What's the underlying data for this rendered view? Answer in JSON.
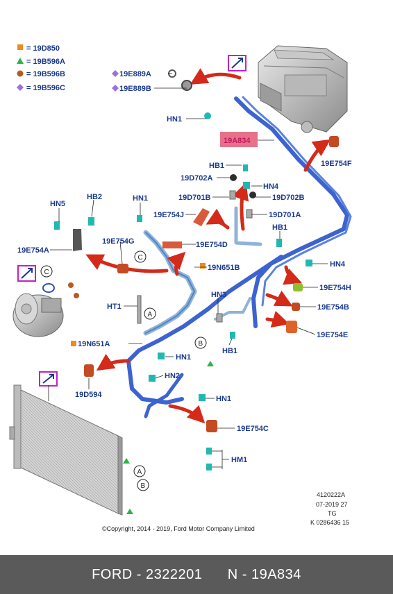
{
  "legend": [
    {
      "shape": "square",
      "color": "#f08a1c",
      "code": "= 19D850"
    },
    {
      "shape": "triangle",
      "color": "#2db34a",
      "code": "= 19B596A"
    },
    {
      "shape": "circle",
      "color": "#b85a1e",
      "code": "= 19B596B"
    },
    {
      "shape": "diamond",
      "color": "#a070d8",
      "code": "= 19B596C"
    }
  ],
  "callouts": {
    "c19E889A": "19E889A",
    "c19E889B": "19E889B",
    "cHN1a": "HN1",
    "c19A834": "19A834",
    "cHB1a": "HB1",
    "c19D702A": "19D702A",
    "cHN4a": "HN4",
    "c19D701B": "19D701B",
    "c19D702B": "19D702B",
    "c19E754F": "19E754F",
    "cHN5": "HN5",
    "cHB2": "HB2",
    "cHN1b": "HN1",
    "c19E754J": "19E754J",
    "c19D701A": "19D701A",
    "cHB1b": "HB1",
    "c19E754G": "19E754G",
    "c19E754D": "19E754D",
    "c19E754A": "19E754A",
    "cHN4b": "HN4",
    "c19N651B": "19N651B",
    "c19E754H": "19E754H",
    "cHT1": "HT1",
    "cHN3": "HN3",
    "c19E754B": "19E754B",
    "c19E754E": "19E754E",
    "c19N651A": "19N651A",
    "cHB1c": "HB1",
    "cHN1c": "HN1",
    "cHN2": "HN2",
    "c19D594": "19D594",
    "cHN1d": "HN1",
    "c19E754C": "19E754C",
    "cHM1": "HM1"
  },
  "circle_refs": {
    "c1": "C",
    "c2": "C",
    "a1": "A",
    "b1": "B",
    "a2": "A",
    "b2": "B"
  },
  "meta": {
    "line1": "4120222A",
    "line2": "07-2019 27",
    "line3": "TG",
    "line4": "K 0286436 15"
  },
  "copyright": "©Copyright, 2014 - 2019, Ford Motor Company Limited",
  "footer": {
    "brand": "FORD - 2322201",
    "part": "N - 19A834"
  },
  "colors": {
    "label": "#1b3a8c",
    "pipe": "#3c63d0",
    "pipe_light": "#8fb3d8",
    "arrow": "#d42a1a",
    "highlight": "#e8718a",
    "magenta": "#c51fc5",
    "clip_cyan": "#21b8b0",
    "footer_bg": "#5a5a5a"
  }
}
